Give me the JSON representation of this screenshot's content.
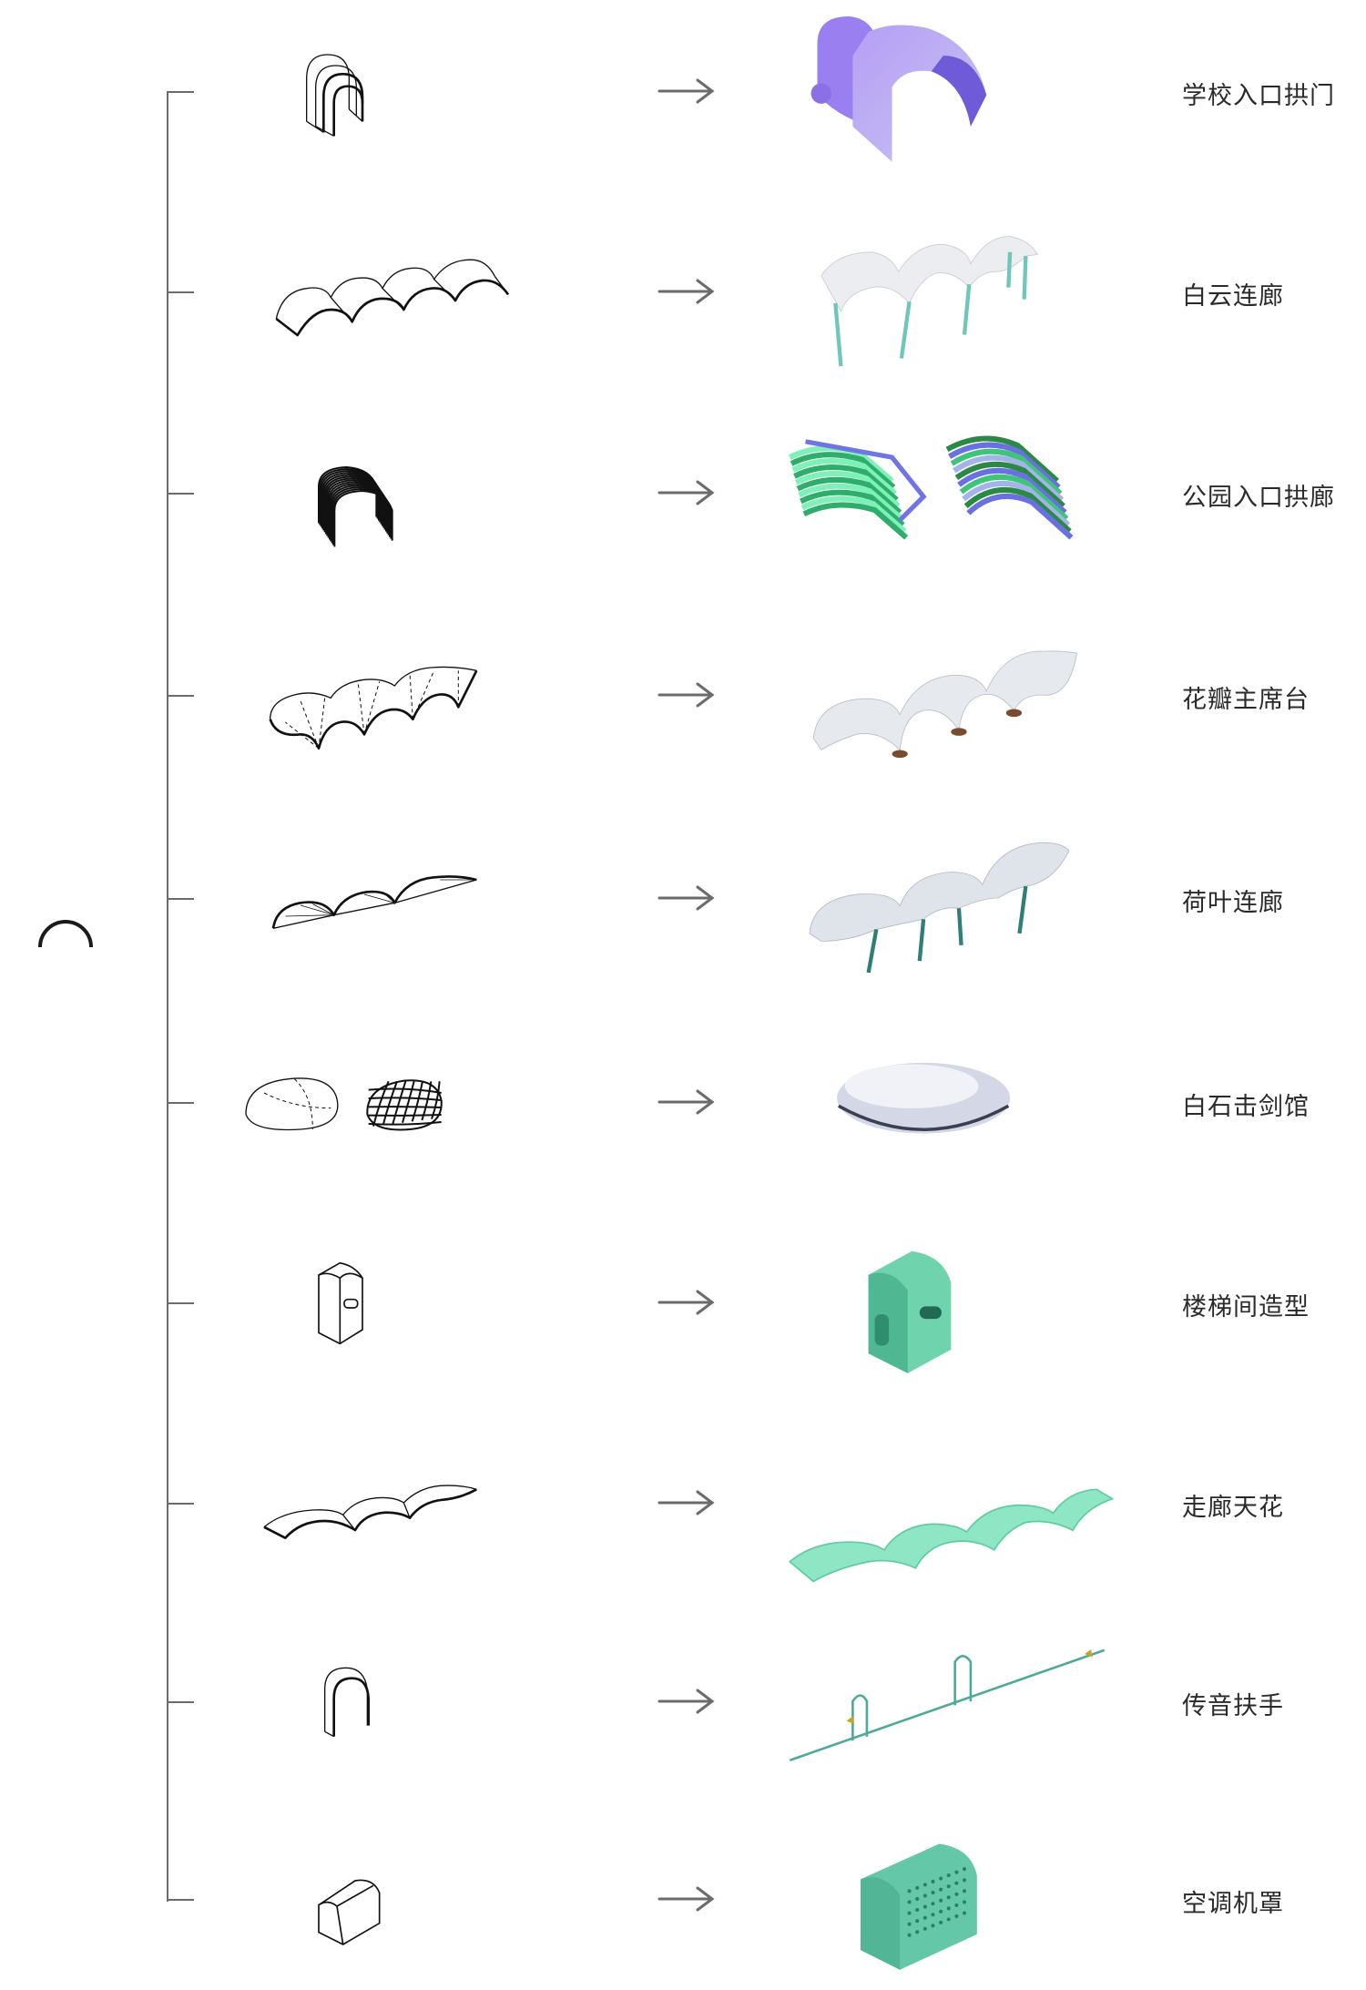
{
  "root_symbol": "arch-icon",
  "arrow_glyph": "→",
  "items": [
    {
      "label": "学校入口拱门",
      "sketch_icon": "triple-arch-gate-icon",
      "render_color": "#a99af0"
    },
    {
      "label": "白云连廊",
      "sketch_icon": "vault-corridor-icon",
      "render_color": "#ebedf0"
    },
    {
      "label": "公园入口拱廊",
      "sketch_icon": "slatted-arch-icon",
      "render_color": "#3ecf8e"
    },
    {
      "label": "花瓣主席台",
      "sketch_icon": "petal-canopy-icon",
      "render_color": "#e6e9ee"
    },
    {
      "label": "荷叶连廊",
      "sketch_icon": "lotus-leaf-corridor-icon",
      "render_color": "#dfe3ea"
    },
    {
      "label": "白石击剑馆",
      "sketch_icon": "pebble-dome-icon",
      "render_color": "#d3d7e6"
    },
    {
      "label": "楼梯间造型",
      "sketch_icon": "stair-box-icon",
      "render_color": "#6fd3ae"
    },
    {
      "label": "走廊天花",
      "sketch_icon": "wave-ceiling-icon",
      "render_color": "#8fe6c4"
    },
    {
      "label": "传音扶手",
      "sketch_icon": "sound-handrail-icon",
      "render_color": "#4fa99a"
    },
    {
      "label": "空调机罩",
      "sketch_icon": "ac-cover-icon",
      "render_color": "#63c7a8"
    }
  ]
}
